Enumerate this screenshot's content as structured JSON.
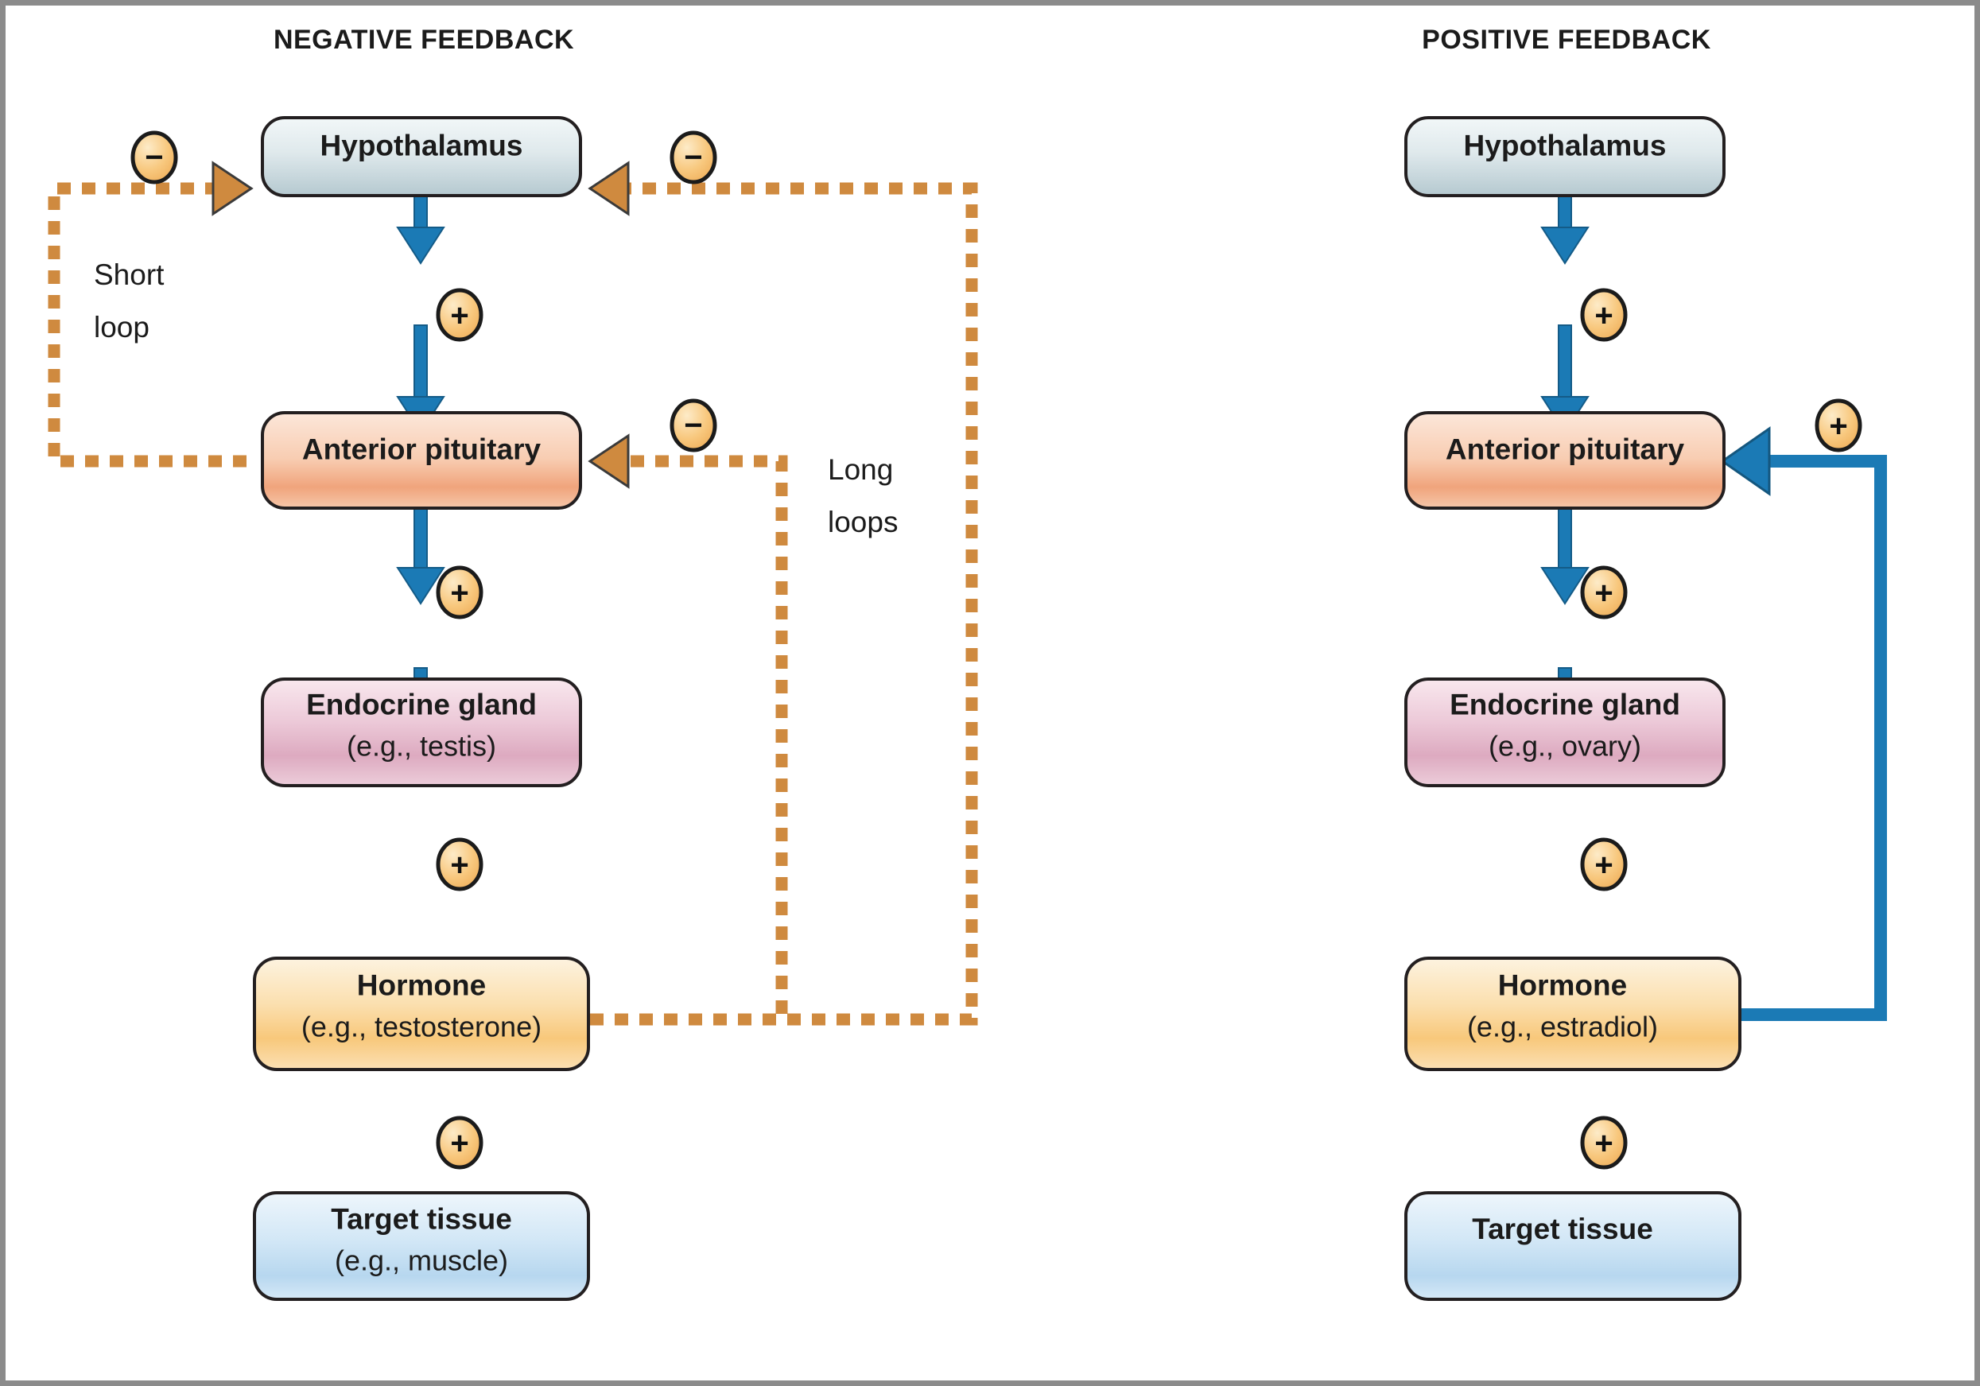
{
  "figure": {
    "background": "#ffffff",
    "frame_color": "#8b8b8b"
  },
  "colors": {
    "arrow_blue": "#1b7ab5",
    "dashed_orange": "#cf8a3f",
    "badge_fill": "#f7c77a",
    "badge_stroke": "#1b1b1b",
    "box_outline": "#231f20",
    "hypothalamus_top": "#f1f6f7",
    "hypothalamus_bottom": "#b9ccd2",
    "pituitary_top": "#fbe3d5",
    "pituitary_bottom": "#f0a47c",
    "gland_top": "#f7e3ea",
    "gland_bottom": "#dda9be",
    "hormone_top": "#fdf0d8",
    "hormone_bottom": "#f8c97c",
    "target_top": "#eaf4fb",
    "target_bottom": "#b8d8ef"
  },
  "panels": [
    {
      "id": "negative",
      "title": "NEGATIVE FEEDBACK",
      "nodes": [
        {
          "id": "hypothalamus",
          "title": "Hypothalamus",
          "subtitle": ""
        },
        {
          "id": "anterior-pituitary",
          "title": "Anterior pituitary",
          "subtitle": ""
        },
        {
          "id": "endocrine-gland",
          "title": "Endocrine gland",
          "subtitle": "(e.g., testis)"
        },
        {
          "id": "hormone",
          "title": "Hormone",
          "subtitle": "(e.g., testosterone)"
        },
        {
          "id": "target-tissue",
          "title": "Target tissue",
          "subtitle": "(e.g., muscle)"
        }
      ],
      "stimulatory_signs": [
        "+",
        "+",
        "+",
        "+"
      ],
      "feedback_signs": [
        "−",
        "−",
        "−"
      ],
      "loop_labels": [
        {
          "id": "short-loop",
          "lines": [
            "Short",
            "loop"
          ]
        },
        {
          "id": "long-loops",
          "lines": [
            "Long",
            "loops"
          ]
        }
      ]
    },
    {
      "id": "positive",
      "title": "POSITIVE FEEDBACK",
      "nodes": [
        {
          "id": "hypothalamus",
          "title": "Hypothalamus",
          "subtitle": ""
        },
        {
          "id": "anterior-pituitary",
          "title": "Anterior pituitary",
          "subtitle": ""
        },
        {
          "id": "endocrine-gland",
          "title": "Endocrine gland",
          "subtitle": "(e.g., ovary)"
        },
        {
          "id": "hormone",
          "title": "Hormone",
          "subtitle": "(e.g., estradiol)"
        },
        {
          "id": "target-tissue",
          "title": "Target tissue",
          "subtitle": ""
        }
      ],
      "stimulatory_signs": [
        "+",
        "+",
        "+",
        "+"
      ],
      "feedback_signs": [
        "+"
      ],
      "loop_labels": []
    }
  ]
}
